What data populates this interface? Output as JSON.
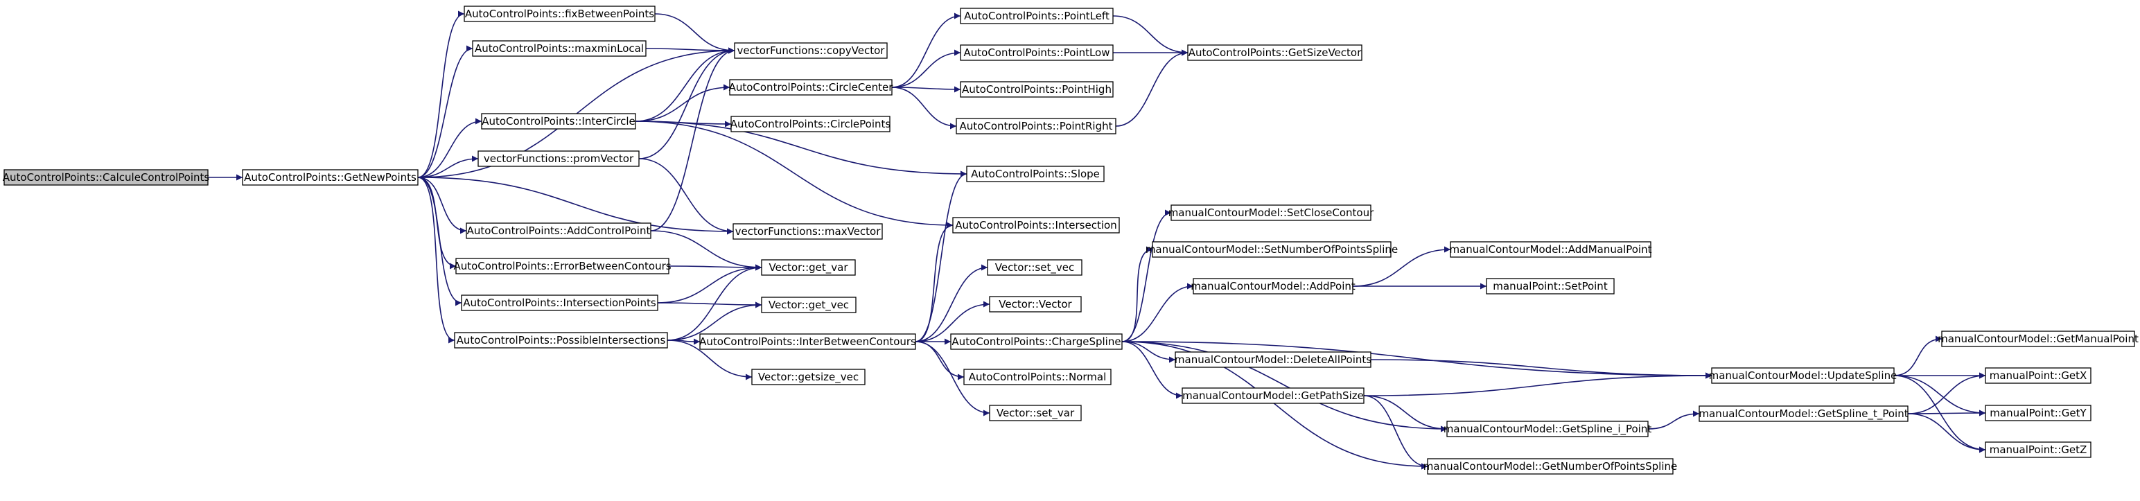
{
  "colors": {
    "edge": "#191970",
    "node_border": "#000000",
    "root_fill": "#bfbfbf",
    "background": "#ffffff"
  },
  "nodes": [
    {
      "id": "n1",
      "label": "AutoControlPoints::CalculeControlPoints",
      "root": true
    },
    {
      "id": "n2",
      "label": "AutoControlPoints::GetNewPoints"
    },
    {
      "id": "n3",
      "label": "AutoControlPoints::fixBetweenPoints"
    },
    {
      "id": "n4",
      "label": "AutoControlPoints::maxminLocal"
    },
    {
      "id": "n5",
      "label": "AutoControlPoints::InterCircle"
    },
    {
      "id": "n6",
      "label": "vectorFunctions::promVector"
    },
    {
      "id": "n7",
      "label": "AutoControlPoints::AddControlPoint"
    },
    {
      "id": "n8",
      "label": "AutoControlPoints::ErrorBetweenContours"
    },
    {
      "id": "n9",
      "label": "AutoControlPoints::IntersectionPoints"
    },
    {
      "id": "n10",
      "label": "AutoControlPoints::PossibleIntersections"
    },
    {
      "id": "n11",
      "label": "vectorFunctions::copyVector"
    },
    {
      "id": "n12",
      "label": "AutoControlPoints::CircleCenter"
    },
    {
      "id": "n13",
      "label": "AutoControlPoints::CirclePoints"
    },
    {
      "id": "n14",
      "label": "vectorFunctions::maxVector"
    },
    {
      "id": "n15",
      "label": "Vector::get_var"
    },
    {
      "id": "n16",
      "label": "Vector::get_vec"
    },
    {
      "id": "n17",
      "label": "AutoControlPoints::InterBetweenContours"
    },
    {
      "id": "n18",
      "label": "Vector::getsize_vec"
    },
    {
      "id": "n19",
      "label": "AutoControlPoints::PointLeft"
    },
    {
      "id": "n20",
      "label": "AutoControlPoints::PointLow"
    },
    {
      "id": "n21",
      "label": "AutoControlPoints::PointHigh"
    },
    {
      "id": "n22",
      "label": "AutoControlPoints::PointRight"
    },
    {
      "id": "n23",
      "label": "AutoControlPoints::GetSizeVector"
    },
    {
      "id": "n24",
      "label": "AutoControlPoints::Slope"
    },
    {
      "id": "n25",
      "label": "AutoControlPoints::Intersection"
    },
    {
      "id": "n26",
      "label": "Vector::set_vec"
    },
    {
      "id": "n27",
      "label": "Vector::Vector"
    },
    {
      "id": "n28",
      "label": "AutoControlPoints::ChargeSpline"
    },
    {
      "id": "n29",
      "label": "AutoControlPoints::Normal"
    },
    {
      "id": "n30",
      "label": "Vector::set_var"
    },
    {
      "id": "n31",
      "label": "manualContourModel::SetCloseContour"
    },
    {
      "id": "n32",
      "label": "manualContourModel::SetNumberOfPointsSpline"
    },
    {
      "id": "n33",
      "label": "manualContourModel::AddPoint"
    },
    {
      "id": "n34",
      "label": "manualContourModel::DeleteAllPoints"
    },
    {
      "id": "n35",
      "label": "manualContourModel::GetPathSize"
    },
    {
      "id": "n36",
      "label": "manualContourModel::AddManualPoint"
    },
    {
      "id": "n37",
      "label": "manualPoint::SetPoint"
    },
    {
      "id": "n38",
      "label": "manualContourModel::UpdateSpline"
    },
    {
      "id": "n39",
      "label": "manualContourModel::GetSpline_i_Point"
    },
    {
      "id": "n40",
      "label": "manualContourModel::GetNumberOfPointsSpline"
    },
    {
      "id": "n41",
      "label": "manualContourModel::GetSpline_t_Point"
    },
    {
      "id": "n42",
      "label": "manualContourModel::GetManualPoint"
    },
    {
      "id": "n43",
      "label": "manualPoint::GetX"
    },
    {
      "id": "n44",
      "label": "manualPoint::GetY"
    },
    {
      "id": "n45",
      "label": "manualPoint::GetZ"
    }
  ],
  "edges": [
    [
      "n1",
      "n2"
    ],
    [
      "n2",
      "n3"
    ],
    [
      "n2",
      "n4"
    ],
    [
      "n2",
      "n11"
    ],
    [
      "n2",
      "n5"
    ],
    [
      "n2",
      "n6"
    ],
    [
      "n2",
      "n7"
    ],
    [
      "n2",
      "n8"
    ],
    [
      "n2",
      "n9"
    ],
    [
      "n2",
      "n10"
    ],
    [
      "n2",
      "n14"
    ],
    [
      "n3",
      "n11"
    ],
    [
      "n4",
      "n11"
    ],
    [
      "n5",
      "n11"
    ],
    [
      "n5",
      "n12"
    ],
    [
      "n5",
      "n13"
    ],
    [
      "n5",
      "n24"
    ],
    [
      "n5",
      "n25"
    ],
    [
      "n6",
      "n11"
    ],
    [
      "n6",
      "n14"
    ],
    [
      "n7",
      "n11"
    ],
    [
      "n7",
      "n15"
    ],
    [
      "n8",
      "n15"
    ],
    [
      "n9",
      "n15"
    ],
    [
      "n9",
      "n16"
    ],
    [
      "n10",
      "n15"
    ],
    [
      "n10",
      "n16"
    ],
    [
      "n10",
      "n17"
    ],
    [
      "n10",
      "n18"
    ],
    [
      "n12",
      "n19"
    ],
    [
      "n12",
      "n20"
    ],
    [
      "n12",
      "n21"
    ],
    [
      "n12",
      "n22"
    ],
    [
      "n19",
      "n23"
    ],
    [
      "n20",
      "n23"
    ],
    [
      "n22",
      "n23"
    ],
    [
      "n17",
      "n24"
    ],
    [
      "n17",
      "n25"
    ],
    [
      "n17",
      "n26"
    ],
    [
      "n17",
      "n27"
    ],
    [
      "n17",
      "n28"
    ],
    [
      "n17",
      "n29"
    ],
    [
      "n17",
      "n30"
    ],
    [
      "n28",
      "n31"
    ],
    [
      "n28",
      "n32"
    ],
    [
      "n28",
      "n33"
    ],
    [
      "n28",
      "n34"
    ],
    [
      "n28",
      "n35"
    ],
    [
      "n28",
      "n38"
    ],
    [
      "n28",
      "n39"
    ],
    [
      "n28",
      "n40"
    ],
    [
      "n33",
      "n36"
    ],
    [
      "n33",
      "n37"
    ],
    [
      "n34",
      "n38"
    ],
    [
      "n35",
      "n38"
    ],
    [
      "n35",
      "n39"
    ],
    [
      "n35",
      "n40"
    ],
    [
      "n38",
      "n42"
    ],
    [
      "n38",
      "n43"
    ],
    [
      "n38",
      "n44"
    ],
    [
      "n38",
      "n45"
    ],
    [
      "n39",
      "n41"
    ],
    [
      "n41",
      "n43"
    ],
    [
      "n41",
      "n44"
    ],
    [
      "n41",
      "n45"
    ]
  ]
}
